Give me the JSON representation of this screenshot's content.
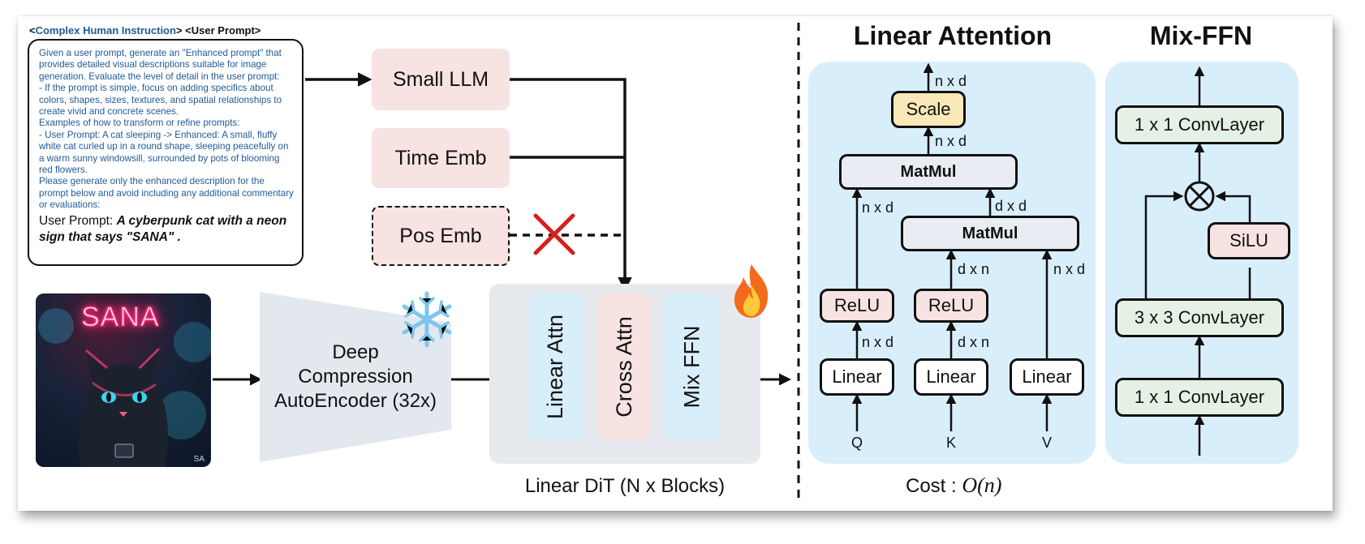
{
  "instruction": {
    "tag_lt": "<",
    "complex_label": "Complex Human Instruction",
    "tag_mid": "> <",
    "user_label": "User Prompt",
    "tag_gt": ">",
    "body": "Given a user prompt, generate an \"Enhanced prompt\" that provides detailed visual descriptions suitable for image generation. Evaluate the level of detail in the user prompt:\n- If the prompt is simple, focus on adding specifics about colors, shapes, sizes, textures, and spatial relationships to create vivid and concrete scenes.\nExamples of how to transform or refine prompts:\n- User Prompt: A cat sleeping -> Enhanced: A small, fluffy white cat curled up in a round shape, sleeping peacefully on a warm sunny windowsill, surrounded by pots of blooming red flowers.\nPlease generate only the enhanced description for the prompt below and avoid including any additional commentary or evaluations:",
    "user_prompt_label": "User Prompt: ",
    "user_prompt_text": "A cyberpunk cat with a neon sign that says \"SANA\" ."
  },
  "left": {
    "small_llm": "Small LLM",
    "time_emb": "Time Emb",
    "pos_emb": "Pos Emb",
    "image_sign_text": "SANA",
    "image_watermark": "SA",
    "encoder_line1": "Deep",
    "encoder_line2": "Compression",
    "encoder_line3": "AutoEncoder (32x)",
    "block_linear_attn": "Linear Attn",
    "block_cross_attn": "Cross Attn",
    "block_mix_ffn": "Mix FFN",
    "dit_caption": "Linear DiT (N x Blocks)"
  },
  "linear_attention": {
    "title": "Linear Attention",
    "scale": "Scale",
    "matmul_top": "MatMul",
    "matmul_mid": "MatMul",
    "relu_q": "ReLU",
    "relu_k": "ReLU",
    "linear_q": "Linear",
    "linear_k": "Linear",
    "linear_v": "Linear",
    "input_q": "Q",
    "input_k": "K",
    "input_v": "V",
    "dim_out": "n x d",
    "dim_scale_in": "n x d",
    "dim_q_branch": "n x d",
    "dim_kv": "d x d",
    "dim_k_relu_out": "d x n",
    "dim_v_branch": "n x d",
    "dim_q_lin_out": "n x d",
    "dim_k_lin_out": "d x n",
    "cost_label": "Cost : ",
    "cost_formula": "O(n)"
  },
  "mix_ffn": {
    "title": "Mix-FFN",
    "conv_top": "1 x 1 ConvLayer",
    "silu": "SiLU",
    "conv_mid": "3 x 3 ConvLayer",
    "conv_bottom": "1 x 1 ConvLayer"
  },
  "colors": {
    "pink": "#f7e3e1",
    "light_blue": "#d9eefb",
    "gray_block": "#e6eaef",
    "scale_yellow": "#fbe8b8",
    "conv_green": "#e6f1e6",
    "matmul_gray": "#e9edf3",
    "instruction_blue": "#1f5a98",
    "cross_red": "#d42020"
  }
}
